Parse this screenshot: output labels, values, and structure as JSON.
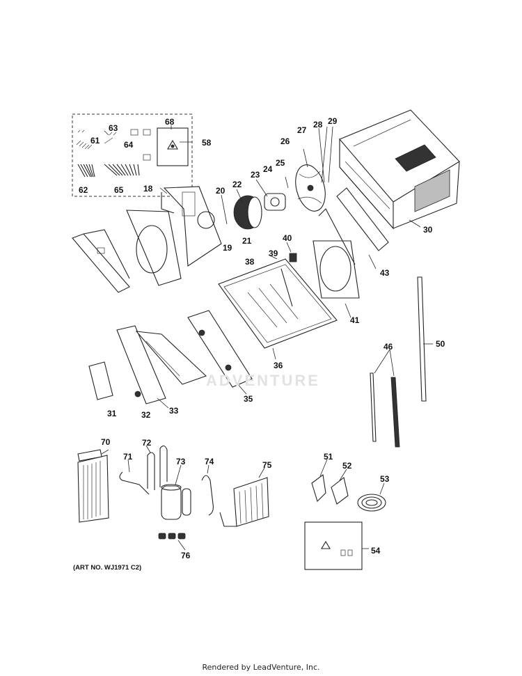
{
  "diagram": {
    "art_number": "(ART NO. WJ1971 C2)",
    "watermark": "ADVENTURE",
    "footer": "Rendered by LeadVenture, Inc.",
    "callouts": [
      {
        "id": "18",
        "label": "18"
      },
      {
        "id": "19",
        "label": "19"
      },
      {
        "id": "20",
        "label": "20"
      },
      {
        "id": "21",
        "label": "21"
      },
      {
        "id": "22",
        "label": "22"
      },
      {
        "id": "23",
        "label": "23"
      },
      {
        "id": "24",
        "label": "24"
      },
      {
        "id": "25",
        "label": "25"
      },
      {
        "id": "26",
        "label": "26"
      },
      {
        "id": "27",
        "label": "27"
      },
      {
        "id": "28",
        "label": "28"
      },
      {
        "id": "29",
        "label": "29"
      },
      {
        "id": "30",
        "label": "30"
      },
      {
        "id": "31",
        "label": "31"
      },
      {
        "id": "32",
        "label": "32"
      },
      {
        "id": "33",
        "label": "33"
      },
      {
        "id": "35",
        "label": "35"
      },
      {
        "id": "36",
        "label": "36"
      },
      {
        "id": "38",
        "label": "38"
      },
      {
        "id": "39",
        "label": "39"
      },
      {
        "id": "40",
        "label": "40"
      },
      {
        "id": "41",
        "label": "41"
      },
      {
        "id": "43",
        "label": "43"
      },
      {
        "id": "46",
        "label": "46"
      },
      {
        "id": "50",
        "label": "50"
      },
      {
        "id": "51",
        "label": "51"
      },
      {
        "id": "52",
        "label": "52"
      },
      {
        "id": "53",
        "label": "53"
      },
      {
        "id": "54",
        "label": "54"
      },
      {
        "id": "58",
        "label": "58"
      },
      {
        "id": "61",
        "label": "61"
      },
      {
        "id": "62",
        "label": "62"
      },
      {
        "id": "63",
        "label": "63"
      },
      {
        "id": "64",
        "label": "64"
      },
      {
        "id": "65",
        "label": "65"
      },
      {
        "id": "68",
        "label": "68"
      },
      {
        "id": "70",
        "label": "70"
      },
      {
        "id": "71",
        "label": "71"
      },
      {
        "id": "72",
        "label": "72"
      },
      {
        "id": "73",
        "label": "73"
      },
      {
        "id": "74",
        "label": "74"
      },
      {
        "id": "75",
        "label": "75"
      },
      {
        "id": "76",
        "label": "76"
      }
    ]
  }
}
